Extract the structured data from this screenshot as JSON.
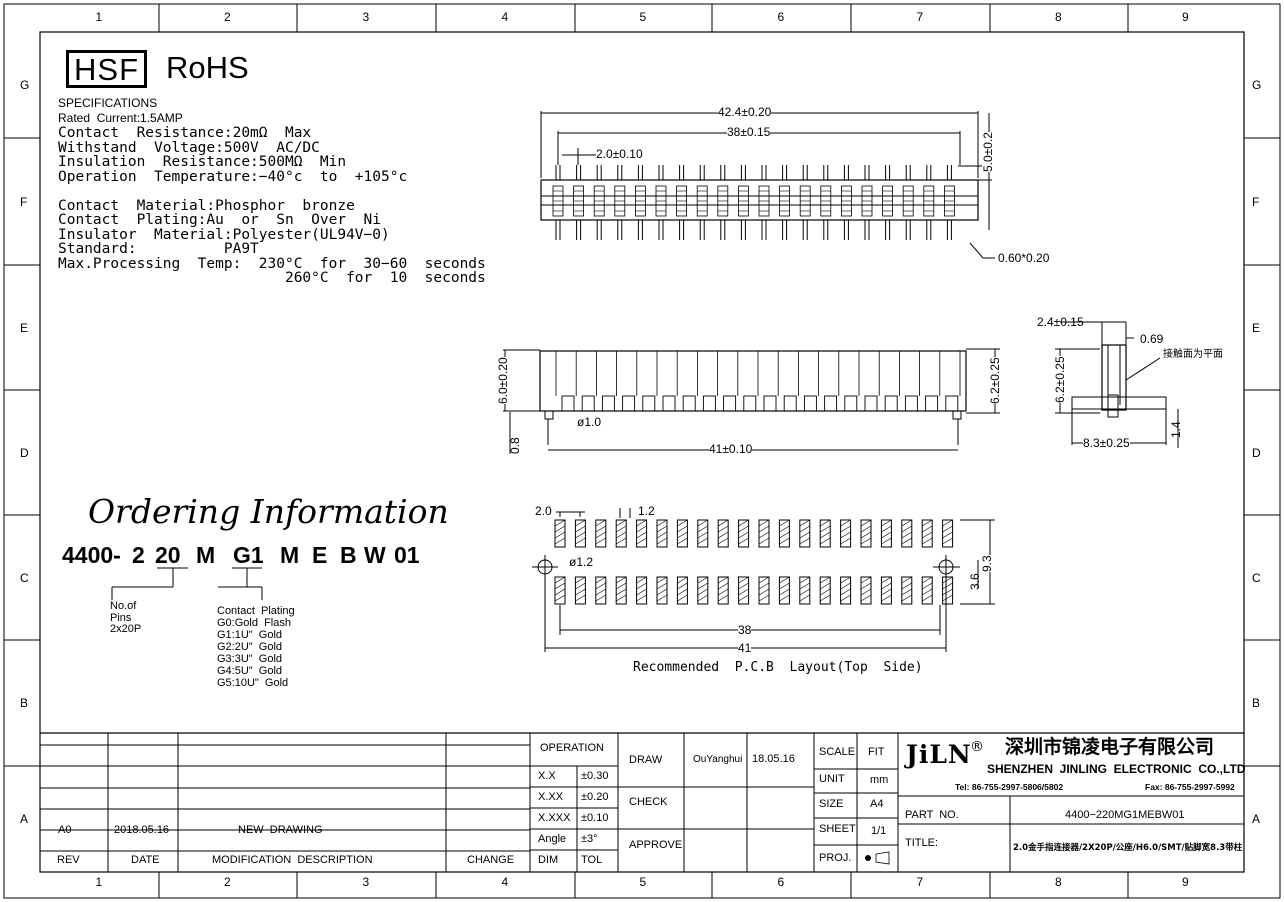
{
  "drawing": {
    "columns": [
      "1",
      "2",
      "3",
      "4",
      "5",
      "6",
      "7",
      "8",
      "9"
    ],
    "rows": [
      "G",
      "F",
      "E",
      "D",
      "C",
      "B",
      "A"
    ],
    "logo_hsf": "HSF",
    "logo_rohs": "RoHS",
    "specs": [
      "SPECIFICATIONS",
      "Rated  Current:1.5AMP",
      "Contact  Resistance:20mΩ  Max",
      "Withstand  Voltage:500V  AC/DC",
      "Insulation  Resistance:500MΩ  Min",
      "Operation  Temperature:−40°c  to  +105°c",
      "",
      "Contact  Material:Phosphor  bronze",
      "Contact  Plating:Au  or  Sn  Over  Ni",
      "Insulator  Material:Polyester(UL94V−0)",
      "Standard:          PA9T",
      "Max.Processing  Temp:  230°C  for  30−60  seconds",
      "                          260°C  for  10  seconds"
    ],
    "ordering_title": "Ordering Information",
    "part_code": [
      "4400-",
      "2",
      "20",
      "M",
      "G1",
      "M",
      "E",
      "B",
      "W",
      "01"
    ],
    "pins_note": [
      "No.of",
      "Pins",
      "2x20P"
    ],
    "plating_note": [
      "Contact  Plating",
      "G0:Gold  Flash",
      "G1:1U\"  Gold",
      "G2:2U\"  Gold",
      "G3:3U\"  Gold",
      "G4:5U\"  Gold",
      "G5:10U\"  Gold"
    ],
    "dims_top": {
      "overall": "42.4±0.20",
      "span": "38±0.15",
      "pitch": "2.0±0.10",
      "height": "5.0±0.2",
      "pin": "0.60*0.20"
    },
    "dims_front": {
      "height_left": "6.0±0.20",
      "height_right": "6.2±0.25",
      "peg": "ø1.0",
      "standoff": "0.8",
      "length": "41±0.10"
    },
    "dims_side": {
      "width": "2.4±0.15",
      "slot": "0.69",
      "note": "接触面为平面",
      "height": "6.2±0.25",
      "base": "8.3±0.25",
      "post": "1.4"
    },
    "dims_pcb": {
      "pitch": "2.0",
      "pad": "1.2",
      "hole": "ø1.2",
      "row_gap": "3.6",
      "total_h": "9.3",
      "span": "38",
      "length": "41",
      "caption": "Recommended  P.C.B  Layout(Top  Side)"
    }
  },
  "title_block": {
    "rev_row": {
      "rev": "A0",
      "date": "2018.05.16",
      "desc": "NEW  DRAWING"
    },
    "header": {
      "rev": "REV",
      "date": "DATE",
      "desc": "MODIFICATION  DESCRIPTION",
      "change": "CHANGE"
    },
    "operation": "OPERATION",
    "tol_rows": [
      {
        "k": "X.X",
        "v": "±0.30"
      },
      {
        "k": "X.XX",
        "v": "±0.20"
      },
      {
        "k": "X.XXX",
        "v": "±0.10"
      },
      {
        "k": "Angle",
        "v": "±3°"
      },
      {
        "k": "DIM",
        "v": "TOL"
      }
    ],
    "draw": "DRAW",
    "drawer": "OuYanghui",
    "draw_date": "18.05.16",
    "check": "CHECK",
    "approve": "APPROVE",
    "scale": "SCALE",
    "scale_v": "FIT",
    "unit": "UNIT",
    "unit_v": "mm",
    "size": "SIZE",
    "size_v": "A4",
    "sheet": "SHEET",
    "sheet_v": "1/1",
    "proj": "PROJ.",
    "brand": "JiLN",
    "brand_reg": "®",
    "company_cn": "深圳市锦凌电子有限公司",
    "company_en": "SHENZHEN  JINLING  ELECTRONIC  CO.,LTD",
    "tel": "Tel: 86-755-2997-5806/5802",
    "fax": "Fax: 86-755-2997-5992",
    "part_no_label": "PART  NO.",
    "part_no": "4400−220MG1MEBW01",
    "title_label": "TITLE:",
    "title": "2.0金手指连接器/2X20P/公座/H6.0/SMT/贴脚宽8.3带柱"
  }
}
